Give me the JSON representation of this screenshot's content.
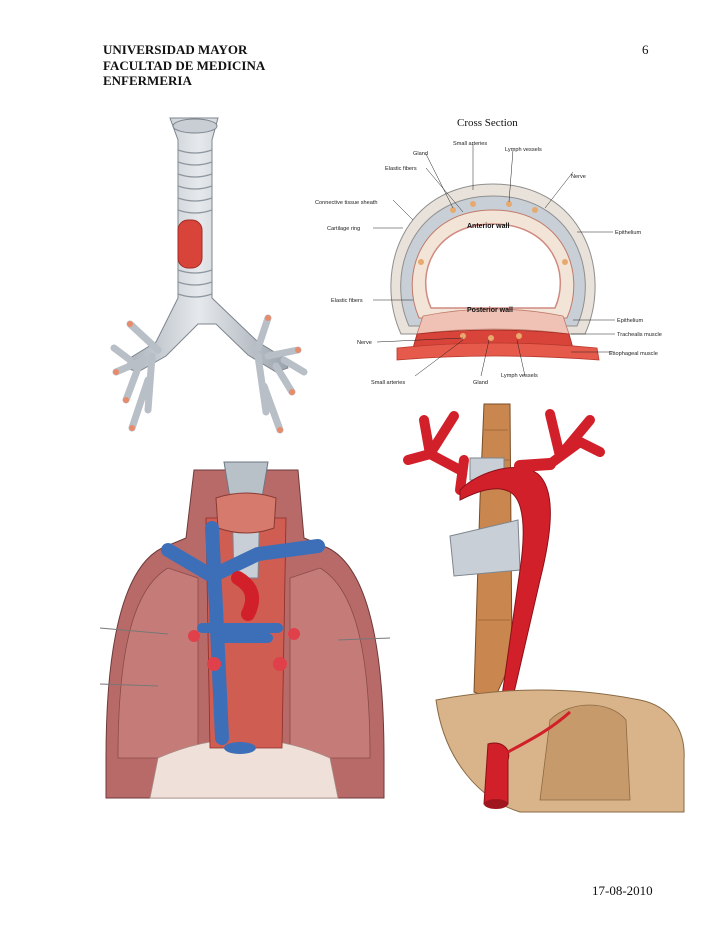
{
  "header": {
    "line1": "UNIVERSIDAD MAYOR",
    "line2": "FACULTAD DE MEDICINA",
    "line3": "ENFERMERIA"
  },
  "page_number": "6",
  "footer_date": "17-08-2010",
  "cross_section": {
    "title": "Cross Section",
    "labels": {
      "small_arteries_top": "Small arteries",
      "gland_top": "Gland",
      "lymph_vessels_top": "Lymph vessels",
      "elastic_fibers_top": "Elastic fibers",
      "nerve_right": "Nerve",
      "connective_tissue": "Connective tissue sheath",
      "cartilage_ring": "Cartilage ring",
      "anterior_wall": "Anterior wall",
      "epithelium_top": "Epithelium",
      "elastic_fibers_left": "Elastic fibers",
      "posterior_wall": "Posterior wall",
      "epithelium_bottom": "Epithelium",
      "trachealis_muscle": "Trachealis muscle",
      "nerve_left": "Nerve",
      "esophageal_muscle": "Esophageal muscle",
      "small_arteries_bottom": "Small arteries",
      "gland_bottom": "Gland",
      "lymph_vessels_bottom": "Lymph vessels"
    }
  },
  "colors": {
    "cartilage": "#c9cfd6",
    "muscle": "#d9443a",
    "vein": "#3d6fb8",
    "artery": "#d2202a",
    "lung": "#b86a68",
    "esophagus": "#c9874f",
    "diaphragm": "#d9b48a"
  }
}
